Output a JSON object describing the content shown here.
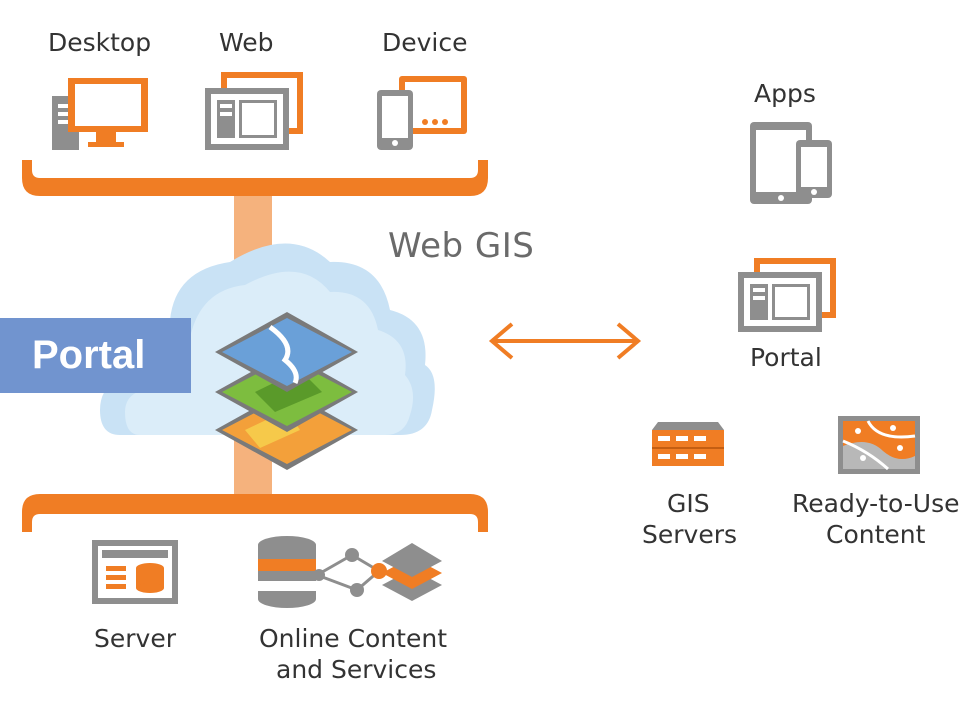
{
  "clients": {
    "desktop_label": "Desktop",
    "web_label": "Web",
    "device_label": "Device"
  },
  "center": {
    "title": "Web GIS",
    "portal_label": "Portal"
  },
  "bottom": {
    "server_label": "Server",
    "online_label_line1": "Online Content",
    "online_label_line2": "and Services"
  },
  "right": {
    "apps_label": "Apps",
    "portal_label": "Portal",
    "gis_servers_line1": "GIS",
    "gis_servers_line2": "Servers",
    "ready_line1": "Ready-to-Use",
    "ready_line2": "Content"
  },
  "colors": {
    "accent_orange": "#f07d24",
    "icon_gray": "#8e8e8e",
    "cloud_blue": "#c9e2f5",
    "portal_blue": "#7194cf"
  },
  "icons": [
    "desktop-icon",
    "web-icon",
    "device-icon",
    "portal-layers-icon",
    "server-icon",
    "online-content-icon",
    "apps-icon",
    "portal-icon",
    "gis-server-icon",
    "ready-content-map-icon",
    "bidirectional-arrow-icon",
    "cloud-icon"
  ]
}
